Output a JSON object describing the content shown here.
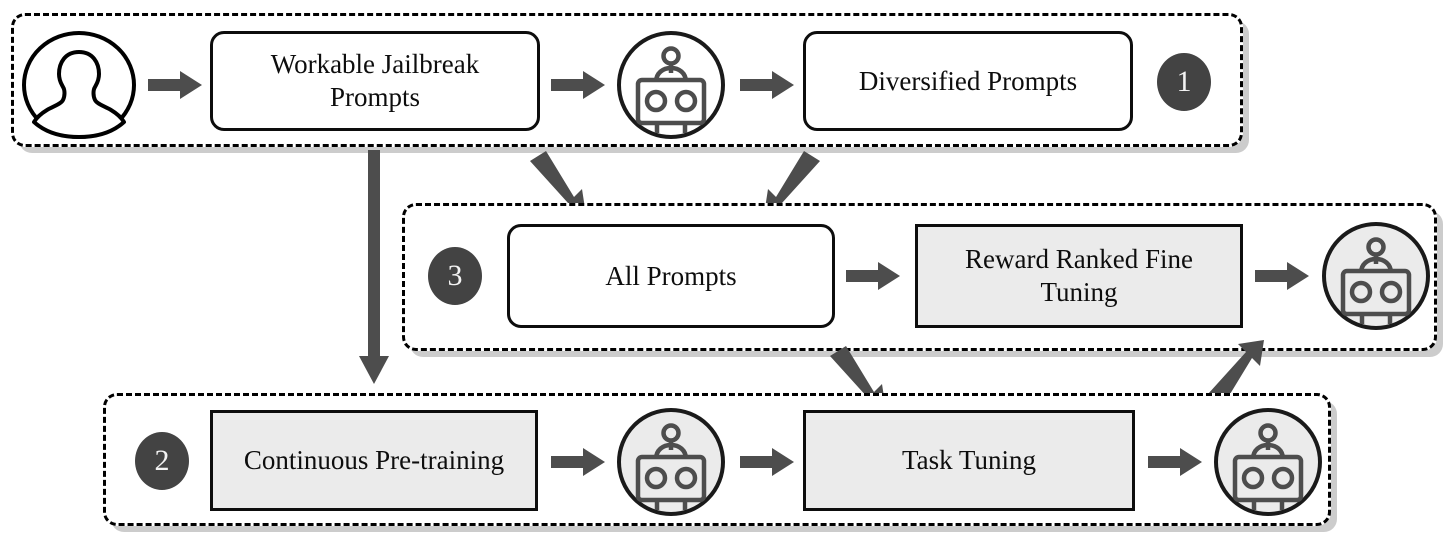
{
  "diagram": {
    "title": "Three-stage LLM jailbreak training pipeline",
    "colors": {
      "arrow": "#4d4d4d",
      "badge_fill": "#434343",
      "badge_text": "#f3f3f3",
      "box_fill_gray": "#ebebeb",
      "box_fill_white": "#ffffff",
      "outline": "#0d0d0d",
      "icon_stroke": "#4d4d4d",
      "shadow": "#c9c9c9"
    },
    "stages": [
      {
        "number": "1",
        "badge_label": "1",
        "nodes": [
          {
            "name": "user-icon",
            "kind": "icon",
            "icon": "person-icon",
            "label": ""
          },
          {
            "name": "workable-jailbreak-prompts",
            "kind": "box-rounded",
            "label": "Workable Jailbreak Prompts"
          },
          {
            "name": "llm-robot-1",
            "kind": "icon",
            "icon": "robot-icon",
            "label": ""
          },
          {
            "name": "diversified-prompts",
            "kind": "box-rounded",
            "label": "Diversified Prompts"
          }
        ]
      },
      {
        "number": "3",
        "badge_label": "3",
        "nodes": [
          {
            "name": "all-prompts",
            "kind": "box-rounded",
            "label": "All Prompts"
          },
          {
            "name": "reward-ranked-fine-tuning",
            "kind": "box-filled",
            "label": "Reward Ranked Fine Tuning"
          },
          {
            "name": "llm-robot-3",
            "kind": "icon",
            "icon": "robot-icon",
            "label": ""
          }
        ]
      },
      {
        "number": "2",
        "badge_label": "2",
        "nodes": [
          {
            "name": "continuous-pre-training",
            "kind": "box-filled",
            "label": "Continuous Pre-training"
          },
          {
            "name": "llm-robot-2a",
            "kind": "icon",
            "icon": "robot-icon",
            "label": ""
          },
          {
            "name": "task-tuning",
            "kind": "box-filled",
            "label": "Task Tuning"
          },
          {
            "name": "llm-robot-2b",
            "kind": "icon",
            "icon": "robot-icon",
            "label": ""
          }
        ]
      }
    ],
    "labels": {
      "workable_jailbreak_prompts_line1": "Workable Jailbreak",
      "workable_jailbreak_prompts_line2": "Prompts",
      "diversified_prompts": "Diversified Prompts",
      "all_prompts": "All Prompts",
      "reward_ranked_fine_tuning_line1": "Reward Ranked Fine",
      "reward_ranked_fine_tuning_line2": "Tuning",
      "continuous_pre_training": "Continuous Pre-training",
      "task_tuning": "Task Tuning",
      "badge_one": "1",
      "badge_two": "2",
      "badge_three": "3"
    },
    "connectors": [
      {
        "name": "user-to-workable-prompts",
        "type": "straight-right"
      },
      {
        "name": "workable-prompts-to-robot1",
        "type": "straight-right"
      },
      {
        "name": "robot1-to-diversified-prompts",
        "type": "straight-right"
      },
      {
        "name": "stage1-to-stage2-vertical",
        "type": "straight-down"
      },
      {
        "name": "stage1-to-all-prompts-diagonal",
        "type": "diagonal-down-right"
      },
      {
        "name": "diversified-prompts-to-stage3-diagonal",
        "type": "diagonal-down-left"
      },
      {
        "name": "all-prompts-to-rrft",
        "type": "straight-right"
      },
      {
        "name": "rrft-to-robot3",
        "type": "straight-right"
      },
      {
        "name": "stage3-to-stage2-diagonal",
        "type": "diagonal-down-right"
      },
      {
        "name": "stage2-robot-to-stage3-diagonal",
        "type": "diagonal-up-right"
      },
      {
        "name": "continuous-pre-training-to-robot",
        "type": "straight-right"
      },
      {
        "name": "robot-to-task-tuning",
        "type": "straight-right"
      },
      {
        "name": "task-tuning-to-robot",
        "type": "straight-right"
      }
    ]
  }
}
